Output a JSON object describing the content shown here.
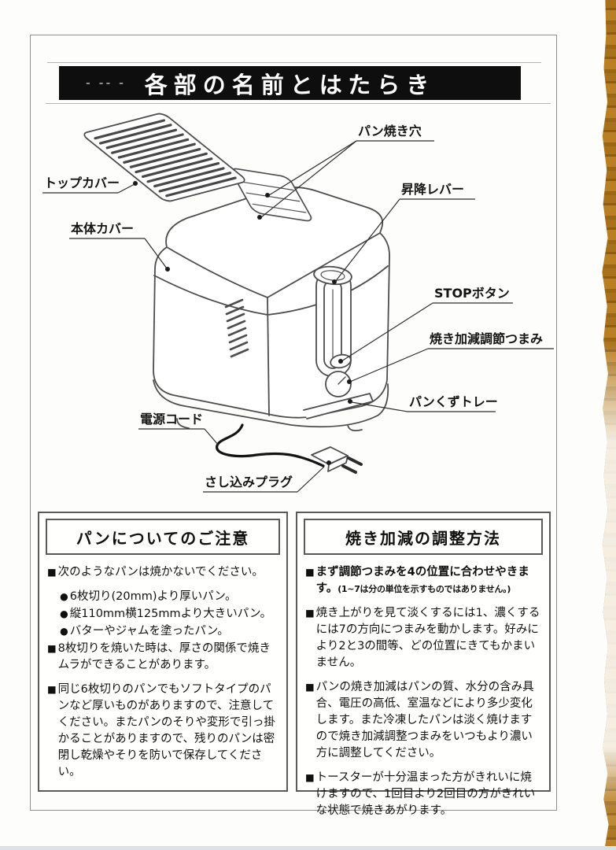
{
  "page": {
    "title": "各部の名前とはたらき",
    "artifact_dashes": "- -- -"
  },
  "symbols": {
    "square": "■",
    "circle": "●"
  },
  "diagram": {
    "labels": [
      {
        "id": "toast-slot",
        "text": "パン焼き穴"
      },
      {
        "id": "top-cover",
        "text": "トップカバー"
      },
      {
        "id": "body-cover",
        "text": "本体カバー"
      },
      {
        "id": "lift-lever",
        "text": "昇降レバー"
      },
      {
        "id": "stop-button",
        "text": "STOPボタン"
      },
      {
        "id": "browning-knob",
        "text": "焼き加減調節つまみ"
      },
      {
        "id": "crumb-tray",
        "text": "パンくずトレー"
      },
      {
        "id": "power-cord",
        "text": "電源コード"
      },
      {
        "id": "plug",
        "text": "さし込みプラグ"
      }
    ]
  },
  "left_box": {
    "heading": "パンについてのご注意",
    "items": [
      {
        "text": "次のようなパンは焼かないでください。",
        "subitems": [
          "6枚切り(20mm)より厚いパン。",
          "縦110mm横125mmより大きいパン。",
          "バターやジャムを塗ったパン。"
        ]
      },
      {
        "text": "8枚切りを焼いた時は、厚さの関係で焼きムラができることがあります。"
      },
      {
        "text": "同じ6枚切りのパンでもソフトタイプのパンなど厚いものがありますので、注意してください。またパンのそりや変形で引っ掛かることがありますので、残りのパンは密閉し乾燥やそりを防いで保存してください。"
      }
    ]
  },
  "right_box": {
    "heading": "焼き加減の調整方法",
    "items": [
      {
        "text": "まず調節つまみを4の位置に合わせやきます。",
        "bold": true,
        "note": "(1~7は分の単位を示すものではありません。)"
      },
      {
        "text": "焼き上がりを見て淡くするには1、濃くするには7の方向につまみを動かします。好みにより2と3の間等、どの位置にきてもかまいません。"
      },
      {
        "text": "パンの焼き加減はパンの質、水分の含み具合、電圧の高低、室温などにより多少変化します。また冷凍したパンは淡く焼けますので焼き加減調整つまみをいつもより濃い方に調整してください。"
      },
      {
        "text": "トースターが十分温まった方がきれいに焼けますので、1回目より2回目の方がきれいな状態で焼きあがります。"
      }
    ]
  },
  "colors": {
    "banner_bg": "#0e0e0e",
    "banner_text": "#ffffff",
    "line_art": "#4d4d4d",
    "wood": "#a9711b",
    "paper": "#fdfdfb"
  }
}
